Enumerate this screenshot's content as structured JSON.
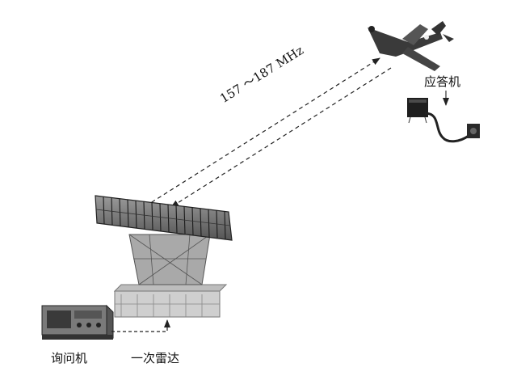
{
  "labels": {
    "frequency": "157 ～187 MHz",
    "transponder": "应答机",
    "interrogator": "询问机",
    "primary_radar": "一次雷达"
  }
}
